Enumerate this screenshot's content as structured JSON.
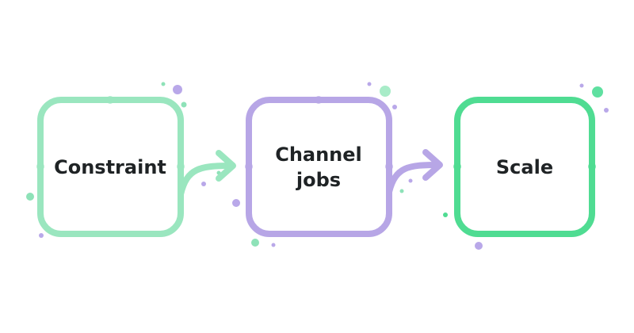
{
  "diagram": {
    "steps": [
      {
        "label_lines": [
          "Constraint"
        ],
        "color": "#9ae6bf"
      },
      {
        "label_lines": [
          "Channel",
          "jobs"
        ],
        "color": "#b7a6e6"
      },
      {
        "label_lines": [
          "Scale"
        ],
        "color": "#4fdc92"
      }
    ],
    "arrow_colors": [
      "#9ae6bf",
      "#b7a6e6"
    ],
    "dot_colors": {
      "green": "#8ee2b8",
      "purple": "#b9a8e9"
    }
  }
}
